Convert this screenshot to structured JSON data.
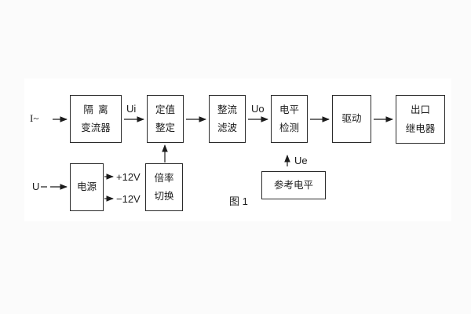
{
  "page": {
    "background": "#fbfbfb",
    "canvas_background": "#ffffff",
    "line_color": "#1c1c1c"
  },
  "figure_caption": "图 1",
  "blocks": {
    "isolation": {
      "line1": "隔 离",
      "line2": "变流器"
    },
    "setting": {
      "line1": "定值",
      "line2": "整定"
    },
    "rectify_filter": {
      "line1": "整流",
      "line2": "滤波"
    },
    "level_detect": {
      "line1": "电平",
      "line2": "检测"
    },
    "drive": {
      "label": "驱动"
    },
    "output_relay": {
      "line1": "出口",
      "line2": "继电器"
    },
    "power": {
      "label": "电源"
    },
    "ratio_switch": {
      "line1": "倍率",
      "line2": "切换"
    },
    "reference_level": {
      "label": "参考电平"
    }
  },
  "signals": {
    "input_current": "I~",
    "input_voltage": "U",
    "ui": "Ui",
    "uo": "Uo",
    "ue": "Ue",
    "plus_12v": "+12V",
    "minus_12v": "−12V"
  }
}
